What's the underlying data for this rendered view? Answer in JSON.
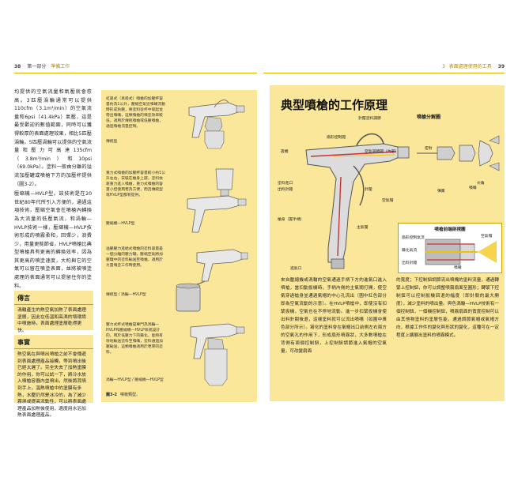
{
  "left_page": {
    "page_number": "38",
    "part": "第一部分",
    "section": "準備工作",
    "body": [
      "均提供的空氣流量和氣壓就會愈高。3匹壓渦輪通常可以提供110cfm（3.1m³/min）的空氣流量和6psi（41.4kPa）氣壓，這是最受歡迎的數值範圍，同時可以獲得較厚的表面處理效果，相比5匹壓渦輪。5匹壓渦輪可以提供的空氣流量和壓力可高達135cfm（3.8m³/min）和10psi（69.0kPa）。塗料一般由分離的溢流加壓罐或噴槍下方的加壓杯提供（圖3-2）。",
      "壓縮機—HVLP型。該技術是在20世紀80年代所引入方便的，通過這項技術，壓縮空氣會在噴槍內轉換為大流量的低壓氣流，和渦輪—HVLP技術一樣，壓縮機—HVLP技術形成的噴霧柔和，回彈少，浪費少，用量更能節省，HVLP噴槍比典型噴槍具有更高的轉換效率，因為其更高的噴塗速度，大約與它的空氣可以留在噴塗表面，並將被噴塗處理的表面通常可以提留住你的塗料。"
    ],
    "box1": {
      "title": "傳言",
      "text": "渦輪產生的熱空氣加熱了表面處理塗層，因此在低溫和高濕的壞環境中噴施時，表面處理塗層乾得更快。"
    },
    "box2": {
      "title": "事實",
      "text": "熱空氣在與噴出噴槍之前不會傳遞到表面處理產品接觸，等到噴出後已經太遲了。完全失去了加熱塗膜的作用，你可以試一下，將冷水放入噴槍容器內並噴出，然後將其噴到手上，溫熱噴槍中的塗膜有多熱，水壓仍然是冰冷的，為了減少霧濕或提高流動性，可以將表面處理產品加熱後使用，適度用水浴加熱表面處理產品。"
    },
    "figures": [
      {
        "label": "虹吸式（真吸式）噴槍的加壓杯容量約為1公升，壓縮空氣從噴嘴流動時形成負壓，將塗料從杯中吸起並帶出噴嘴，這類噴槍的噴塗效率較低，適用於傳統噴槍或低壓噴槍，通過噴槍流量控制。",
        "type": "傳統型"
      },
      {
        "label": "重力式噴槍的加壓杯容量較小約1公升左右，安裝在槍身上部，塗料依靠重力進入噴槍，重力式噴槍的容量小但使用更為方便，而且傳統型或HVLP型都有提供。",
        "type": "壓縮機—HVLP型"
      },
      {
        "label": "溢壓壓力進給式噴槍的塗料容量是一個分離的壓力罐，壓縮空氣將加壓罐中的塗料輸送至噴槍，適用於大量噴塗工作時使用。",
        "type": "傳統型 / 渦輪—HVLP型"
      },
      {
        "label": "壓力式杯式噴槍是專門為渦輪—HVLP和壓縮機—HVLP系統設計的，用於低壓力下的霧化，能夠有效地輸送塗料至噴嘴，塗料通過加壓輸送，這類噴槍適用於更厚的塗料。",
        "type": "渦輪—HVLP型 / 壓縮機—HVLP型"
      }
    ],
    "figure_caption_num": "圖3-2",
    "figure_caption": "噴槍類型。"
  },
  "right_page": {
    "page_number": "39",
    "chapter": "3",
    "section": "表面處理使用的工具",
    "panel_title": "典型噴槍的工作原理",
    "exploded_title": "噴槍分解圖",
    "callouts": {
      "fluid_adjust": "針閥塗料調節",
      "air_adjust": "扇形控制閥",
      "fan_adjust": "空氣調節閥（內部）",
      "trigger": "扳機",
      "fluid_inlet": "塗料進口",
      "fluid_nozzle": "出料針閥",
      "air_cap": "空氣帽",
      "body": "槍身（握手柄）",
      "main_valve": "主氣閥",
      "air_inlet": "進氣口",
      "needle": "針閥",
      "spring": "彈簧",
      "seal": "密封",
      "nozzle": "噴嘴",
      "horn": "尖角"
    },
    "nozzle_title": "噴槍前端剖視圖",
    "nozzle_callouts": {
      "fan_air": "扇形控制氣流",
      "atomizing_air": "霧化氣流",
      "fluid": "出料針閥",
      "air_cap": "空氣帽",
      "fluid_tip": "噴嘴"
    },
    "body_left": "來自壓縮機或渦輪的空氣通過手柄下方的進氣口進入噴槍，當扣動扳機時，手柄內側的主氣閥打開，使空氣穿過槍身並通過氣帽的中心孔流出（圖中紅色部分即為空氣流動的示意）。在HVLP噴槍中，即使沒有扣緊扳機，空氣也在不停地流動。進一步扣緊扳機會使出料針閥後退，這樣塗料就可以流出噴嘴（如圖中黃色部分所示）。霧化的塗料會在氣帽出口前側左右兩方的空氣孔的作用下，形成扇形噴霧狀，大多數噴槍在背側有兩個控制鈕，上控制鈕調節進入氣帽的空氣量，可改變扇面",
    "body_right": "的寬度；下控制鈕調節流出噴嘴的塗料流量，通過轉緊上控制鈕，你可以調整噴霧扇面至圓形；轉緊下控制鈕可以控制扳機回退的幅度（即針閥的最大開度），減少塗料的噴出量。與色渦輪—HVLP技術有一個控制鈕，一個機控制鈕，噴霧扇面的寬度控制可以由其他物塗料的塗層性能，通過調節氣帽或氣帽方向，根據工作件的變化與形狀的變化，這種可在一定程度上擴展出塗料的噴霧模式。"
  },
  "colors": {
    "accent": "#e0b200",
    "panel_bg": "#fbe79a",
    "red_air": "#c83232",
    "yellow_fluid": "#f2c200"
  }
}
